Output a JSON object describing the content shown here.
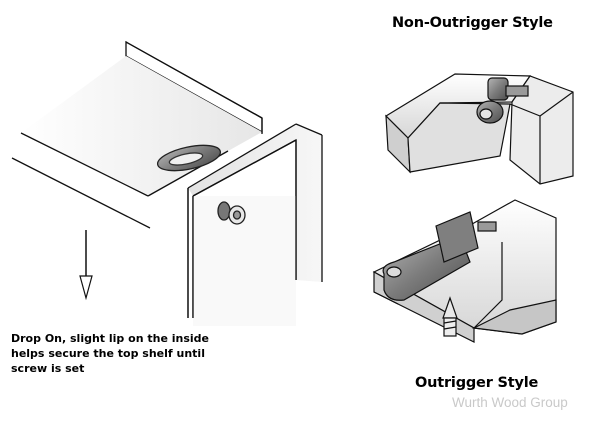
{
  "labels": {
    "top_title": "Non-Outrigger Style",
    "bottom_title": "Outrigger Style",
    "caption_lines": [
      "Drop On, slight lip on the inside",
      "helps secure the top shelf until",
      "screw is set"
    ]
  },
  "watermark": "Wurth Wood Group",
  "colors": {
    "line": "#111111",
    "panel_fill": "#f4f4f4",
    "hardware_gray": "#8a8a8a",
    "watermark": "#c9c9c9"
  },
  "icons": {
    "arrow": "down-arrow-icon"
  }
}
